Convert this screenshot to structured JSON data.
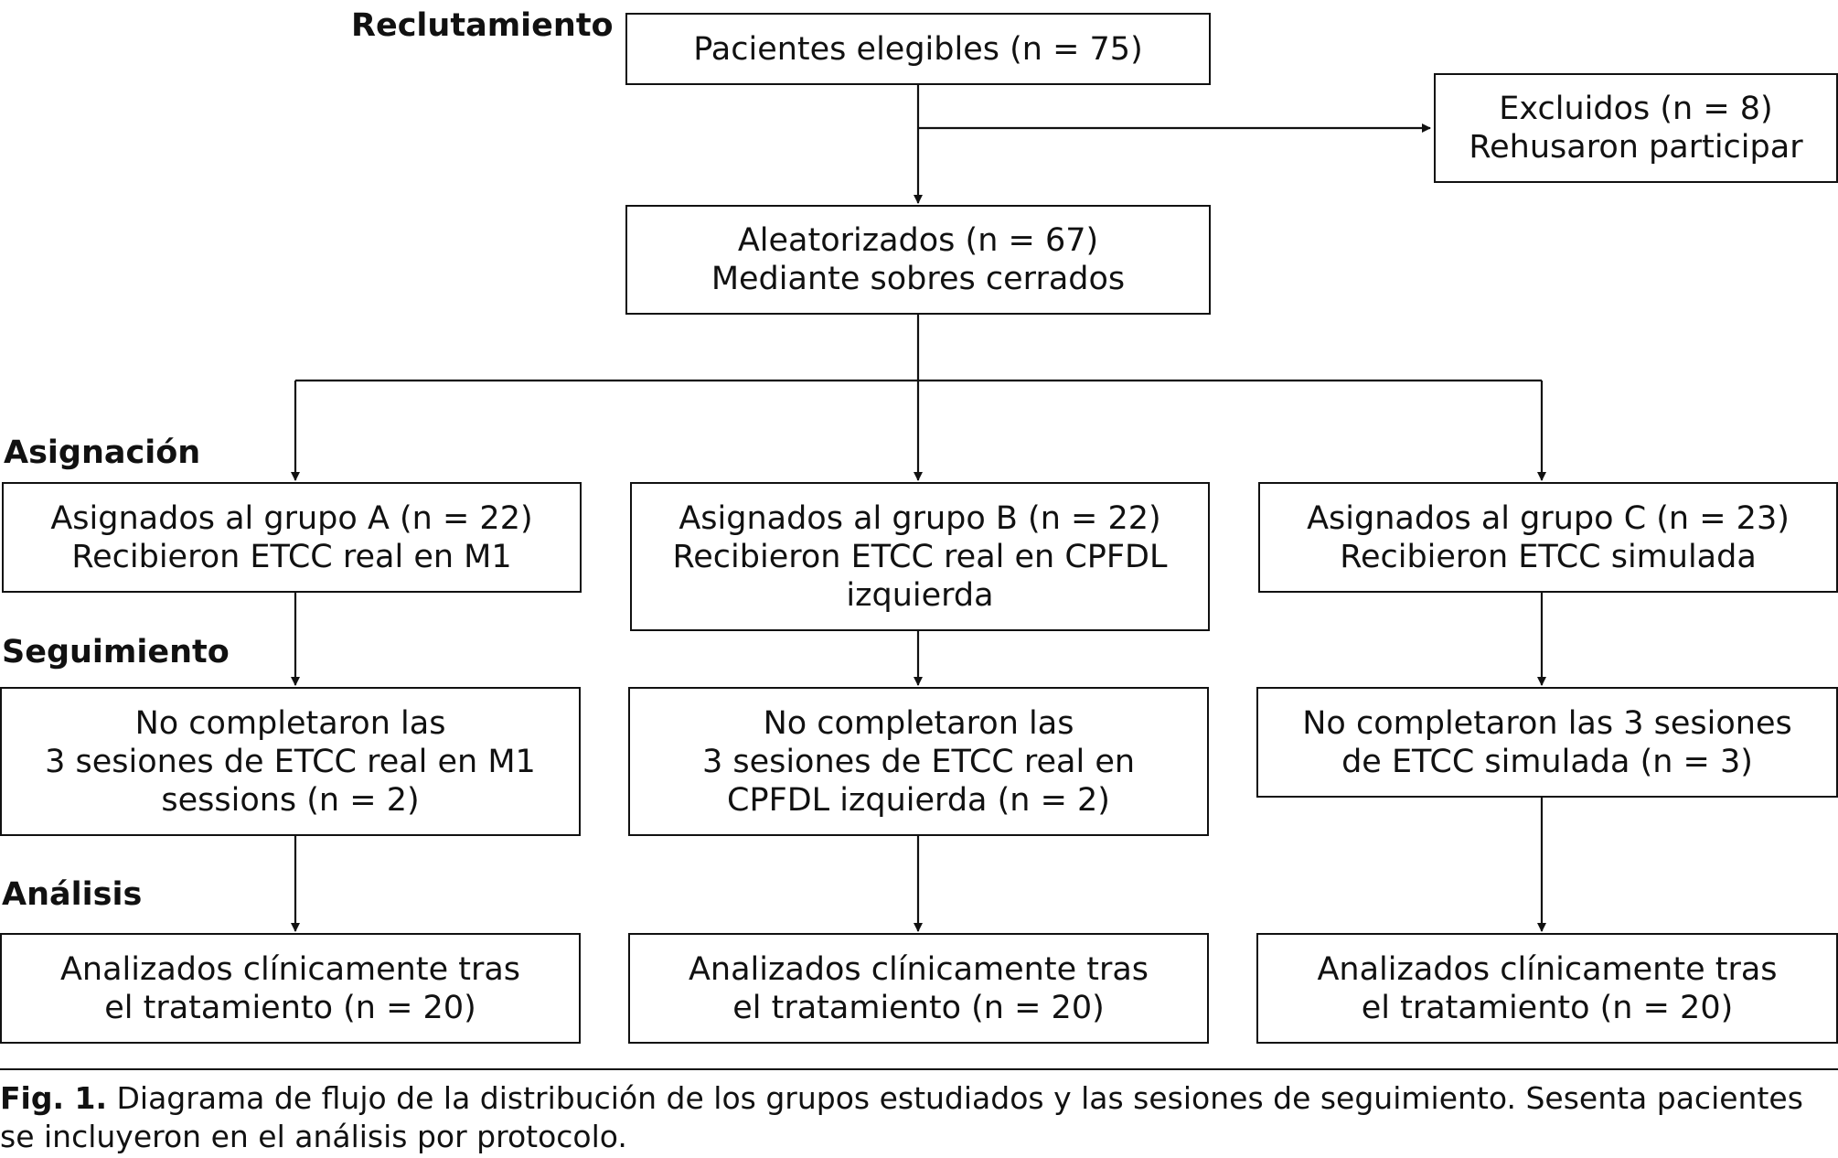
{
  "stages": {
    "recruitment": "Reclutamiento",
    "assignment": "Asignación",
    "followup": "Seguimiento",
    "analysis": "Análisis"
  },
  "boxes": {
    "eligible": [
      "Pacientes elegibles (n = 75)"
    ],
    "excluded": [
      "Excluidos (n = 8)",
      "Rehusaron participar"
    ],
    "randomized": [
      "Aleatorizados (n = 67)",
      "Mediante sobres cerrados"
    ],
    "group_a": [
      "Asignados al grupo A (n = 22)",
      "Recibieron ETCC real en M1"
    ],
    "group_b": [
      "Asignados al grupo B (n = 22)",
      "Recibieron ETCC real en CPFDL",
      "izquierda"
    ],
    "group_c": [
      "Asignados al grupo C (n = 23)",
      "Recibieron ETCC simulada"
    ],
    "followup_a": [
      "No completaron las",
      "3 sesiones de ETCC real en M1",
      "sessions (n = 2)"
    ],
    "followup_b": [
      "No completaron las",
      "3 sesiones de ETCC real en",
      "CPFDL izquierda (n = 2)"
    ],
    "followup_c": [
      "No completaron las 3 sesiones",
      "de ETCC simulada (n = 3)"
    ],
    "analysis_a": [
      "Analizados clínicamente tras",
      "el tratamiento (n = 20)"
    ],
    "analysis_b": [
      "Analizados clínicamente tras",
      "el tratamiento (n = 20)"
    ],
    "analysis_c": [
      "Analizados clínicamente tras",
      "el tratamiento (n = 20)"
    ]
  },
  "caption": {
    "label": "Fig. 1.",
    "text": " Diagrama de flujo de la distribución de los grupos estudiados y las sesiones de seguimiento. Sesenta pacientes se incluyeron en el análisis por protocolo."
  }
}
